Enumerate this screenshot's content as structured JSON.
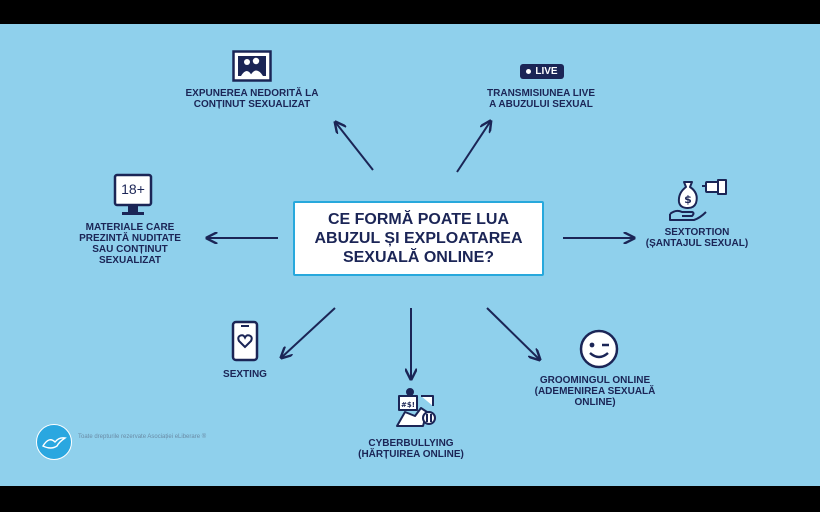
{
  "center": {
    "line1": "CE FORMĂ POATE LUA",
    "line2": "ABUZUL ȘI EXPLOATAREA",
    "line3": "SEXUALĂ ONLINE?"
  },
  "nodes": {
    "expunerea": {
      "line1": "EXPUNEREA NEDORITĂ LA",
      "line2": "CONȚINUT SEXUALIZAT"
    },
    "transmisiunea": {
      "line1": "TRANSMISIUNEA LIVE",
      "line2": "A ABUZULUI SEXUAL",
      "badge": "LIVE"
    },
    "materiale": {
      "line1": "MATERIALE CARE",
      "line2": "PREZINTĂ NUDITATE",
      "line3": "SAU CONȚINUT",
      "line4": "SEXUALIZAT",
      "badge": "18+"
    },
    "sextortion": {
      "line1": "SEXTORTION",
      "line2": "(ȘANTAJUL SEXUAL)"
    },
    "sexting": {
      "line1": "SEXTING"
    },
    "cyberbullying": {
      "line1": "CYBERBULLYING",
      "line2": "(HĂRȚUIREA ONLINE)"
    },
    "grooming": {
      "line1": "GROOMINGUL ONLINE",
      "line2": "(ADEMENIREA SEXUALĂ",
      "line3": "ONLINE)"
    }
  },
  "footer": {
    "copyright": "Toate drepturile rezervate Asociației eLiberare ®"
  },
  "colors": {
    "background": "#8fd0ec",
    "navy": "#1b2556",
    "accent": "#27a8dc"
  }
}
